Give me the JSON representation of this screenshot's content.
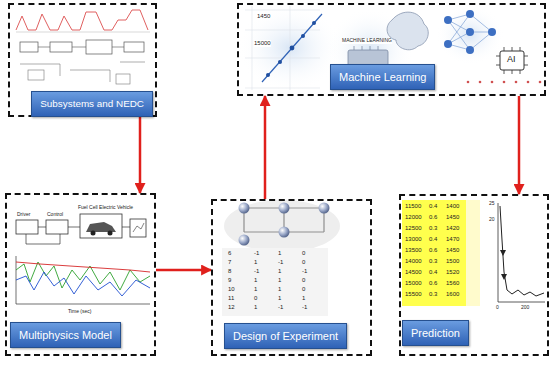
{
  "diagram": {
    "nodes": [
      {
        "text": [
          "Subsystems and NEDC"
        ]
      },
      {
        "text": [
          "Machine Learning"
        ]
      },
      {
        "text": [
          "Multiphysics Model"
        ]
      },
      {
        "text": [
          "Design of Experiment"
        ]
      },
      {
        "text": [
          "Prediction"
        ]
      }
    ],
    "edges": [
      {
        "from": 0,
        "to": 2,
        "arrow": "to"
      },
      {
        "from": 2,
        "to": 3,
        "arrow": "to"
      },
      {
        "from": 3,
        "to": 1,
        "arrow": "to"
      },
      {
        "from": 1,
        "to": 4,
        "arrow": "to"
      }
    ],
    "labels": [
      "1450",
      "15000",
      "MACHINE LEARNING",
      "AI",
      "Driver",
      "Control",
      "Fuel Cell Electric Vehicle",
      "Time (sec)",
      "6",
      "-1",
      "1",
      "0",
      "7",
      "1",
      "-1",
      "0",
      "8",
      "-1",
      "1",
      "-1",
      "9",
      "1",
      "1",
      "0",
      "10",
      "1",
      "1",
      "0",
      "11",
      "0",
      "1",
      "1",
      "12",
      "1",
      "-1",
      "-1",
      "11500",
      "0.4",
      "1400",
      "12000",
      "0.6",
      "1450",
      "12500",
      "0.3",
      "1420",
      "13000",
      "0.4",
      "1470",
      "13500",
      "0.6",
      "1450",
      "14000",
      "0.3",
      "1500",
      "14500",
      "0.4",
      "1520",
      "15000",
      "0.6",
      "1560",
      "15500",
      "0.3",
      "1600",
      "25",
      "20",
      "0",
      "200"
    ]
  }
}
